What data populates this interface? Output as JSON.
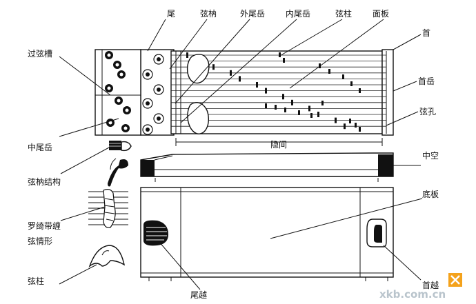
{
  "labels": {
    "tail": "尾",
    "string_knot": "弦枘",
    "outer_tail_bridge": "外尾岳",
    "inner_tail_bridge": "内尾岳",
    "bridge_top": "弦柱",
    "face_board": "面板",
    "head": "首",
    "head_bridge": "首岳",
    "string_hole": "弦孔",
    "string_groove": "过弦槽",
    "middle_tail_bridge": "中尾岳",
    "knot_structure": "弦枘结构",
    "luo_wrap": "罗绮带缠\n弦情形",
    "bridge_bottom": "弦柱",
    "hidden_space": "隐间",
    "hollow": "中空",
    "bottom_board": "底板",
    "tail_yue": "尾越",
    "head_yue": "首越"
  },
  "watermark": "xkb.com.cn"
}
